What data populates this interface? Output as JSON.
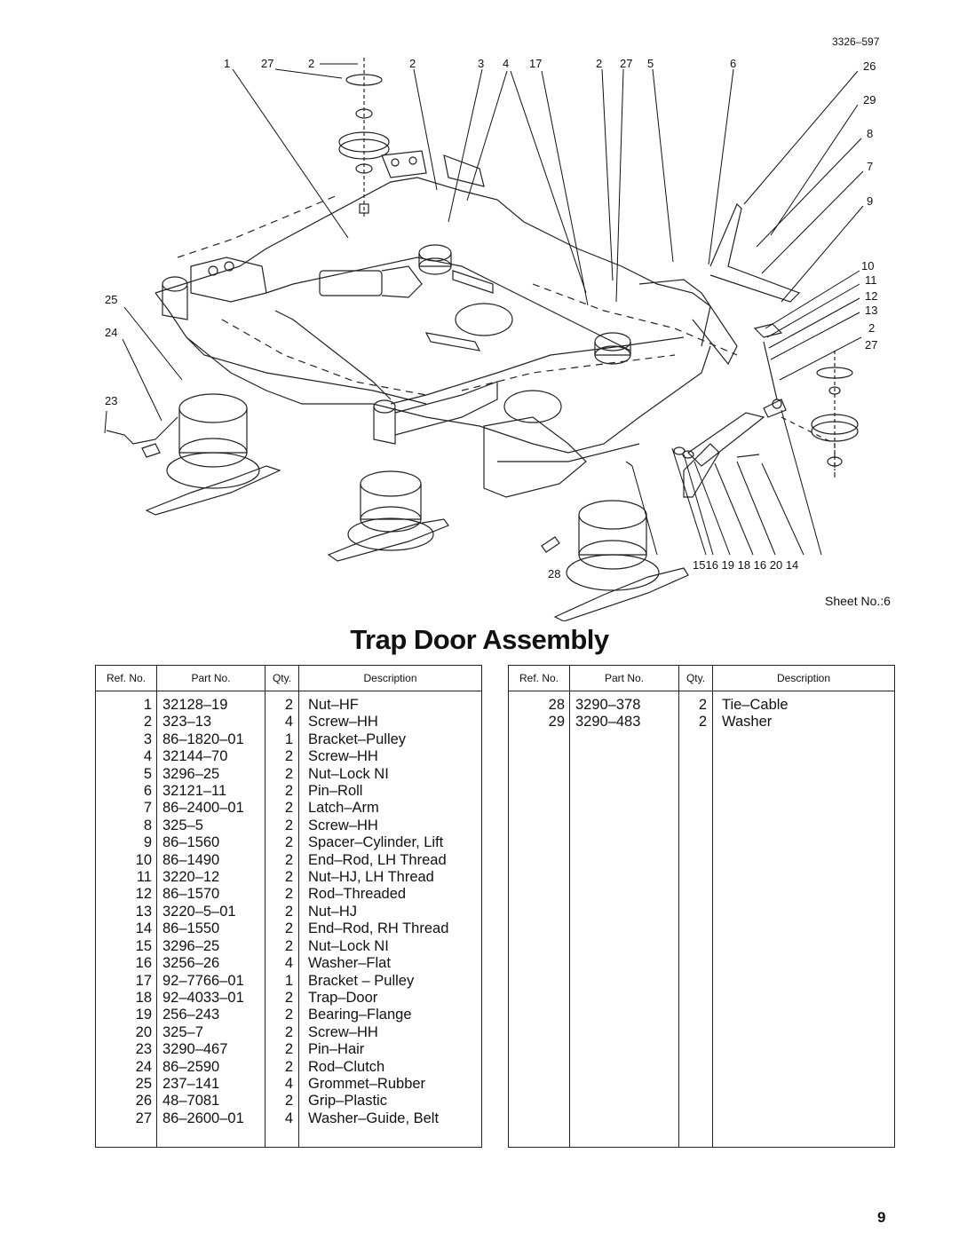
{
  "header": {
    "drawing_number": "3326–597"
  },
  "diagram": {
    "callouts_top": [
      "1",
      "27",
      "2",
      "2",
      "3",
      "4",
      "17",
      "2",
      "27",
      "5",
      "6"
    ],
    "callouts_right": [
      "26",
      "29",
      "8",
      "7",
      "9",
      "10",
      "11",
      "12",
      "13",
      "2",
      "27"
    ],
    "callouts_left": [
      "25",
      "24",
      "23"
    ],
    "callouts_bottom": [
      "28",
      "1516 19 18 16 20 14"
    ],
    "sheet_no": "Sheet No.:6"
  },
  "title": "Trap Door Assembly",
  "table": {
    "headers": {
      "ref": "Ref. No.",
      "part": "Part No.",
      "qty": "Qty.",
      "desc": "Description"
    },
    "left_rows": [
      {
        "ref": "1",
        "part": "32128–19",
        "qty": "2",
        "desc": "Nut–HF"
      },
      {
        "ref": "2",
        "part": "323–13",
        "qty": "4",
        "desc": "Screw–HH"
      },
      {
        "ref": "3",
        "part": "86–1820–01",
        "qty": "1",
        "desc": "Bracket–Pulley"
      },
      {
        "ref": "4",
        "part": "32144–70",
        "qty": "2",
        "desc": "Screw–HH"
      },
      {
        "ref": "5",
        "part": "3296–25",
        "qty": "2",
        "desc": "Nut–Lock NI"
      },
      {
        "ref": "6",
        "part": "32121–11",
        "qty": "2",
        "desc": "Pin–Roll"
      },
      {
        "ref": "7",
        "part": "86–2400–01",
        "qty": "2",
        "desc": "Latch–Arm"
      },
      {
        "ref": "8",
        "part": "325–5",
        "qty": "2",
        "desc": "Screw–HH"
      },
      {
        "ref": "9",
        "part": "86–1560",
        "qty": "2",
        "desc": "Spacer–Cylinder, Lift"
      },
      {
        "ref": "10",
        "part": "86–1490",
        "qty": "2",
        "desc": "End–Rod, LH Thread"
      },
      {
        "ref": "11",
        "part": "3220–12",
        "qty": "2",
        "desc": "Nut–HJ, LH Thread"
      },
      {
        "ref": "12",
        "part": "86–1570",
        "qty": "2",
        "desc": "Rod–Threaded"
      },
      {
        "ref": "13",
        "part": "3220–5–01",
        "qty": "2",
        "desc": "Nut–HJ"
      },
      {
        "ref": "14",
        "part": "86–1550",
        "qty": "2",
        "desc": "End–Rod, RH Thread"
      },
      {
        "ref": "15",
        "part": "3296–25",
        "qty": "2",
        "desc": "Nut–Lock NI"
      },
      {
        "ref": "16",
        "part": "3256–26",
        "qty": "4",
        "desc": "Washer–Flat"
      },
      {
        "ref": "17",
        "part": "92–7766–01",
        "qty": "1",
        "desc": "Bracket – Pulley"
      },
      {
        "ref": "18",
        "part": "92–4033–01",
        "qty": "2",
        "desc": "Trap–Door"
      },
      {
        "ref": "19",
        "part": "256–243",
        "qty": "2",
        "desc": "Bearing–Flange"
      },
      {
        "ref": "20",
        "part": "325–7",
        "qty": "2",
        "desc": "Screw–HH"
      },
      {
        "ref": "23",
        "part": "3290–467",
        "qty": "2",
        "desc": "Pin–Hair"
      },
      {
        "ref": "24",
        "part": "86–2590",
        "qty": "2",
        "desc": "Rod–Clutch"
      },
      {
        "ref": "25",
        "part": "237–141",
        "qty": "4",
        "desc": "Grommet–Rubber"
      },
      {
        "ref": "26",
        "part": "48–7081",
        "qty": "2",
        "desc": "Grip–Plastic"
      },
      {
        "ref": "27",
        "part": "86–2600–01",
        "qty": "4",
        "desc": "Washer–Guide, Belt"
      }
    ],
    "right_rows": [
      {
        "ref": "28",
        "part": "3290–378",
        "qty": "2",
        "desc": "Tie–Cable"
      },
      {
        "ref": "29",
        "part": "3290–483",
        "qty": "2",
        "desc": "Washer"
      }
    ]
  },
  "page_number": "9"
}
